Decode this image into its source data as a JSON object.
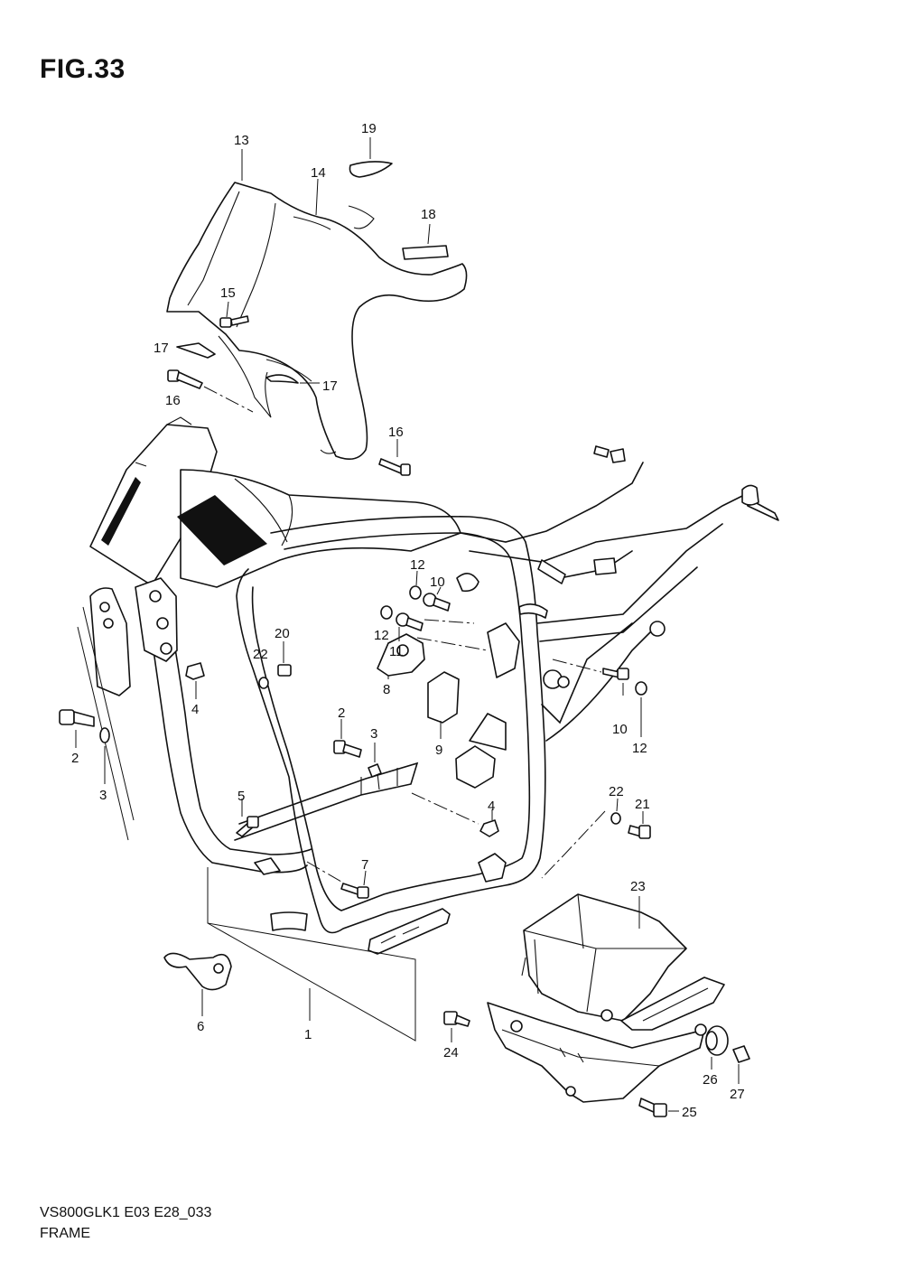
{
  "figure_title": "FIG.33",
  "model_code": "VS800GLK1 E03 E28_033",
  "section_name": "FRAME",
  "callouts": {
    "c1": "1",
    "c2a": "2",
    "c2b": "2",
    "c3a": "3",
    "c3b": "3",
    "c4a": "4",
    "c4b": "4",
    "c5": "5",
    "c6": "6",
    "c7": "7",
    "c8": "8",
    "c9": "9",
    "c10a": "10",
    "c10b": "10",
    "c11": "11",
    "c12a": "12",
    "c12b": "12",
    "c12c": "12",
    "c13": "13",
    "c14": "14",
    "c15": "15",
    "c16a": "16",
    "c16b": "16",
    "c17a": "17",
    "c17b": "17",
    "c18": "18",
    "c19": "19",
    "c20": "20",
    "c21": "21",
    "c22a": "22",
    "c22b": "22",
    "c23": "23",
    "c24": "24",
    "c25": "25",
    "c26": "26",
    "c27": "27"
  }
}
